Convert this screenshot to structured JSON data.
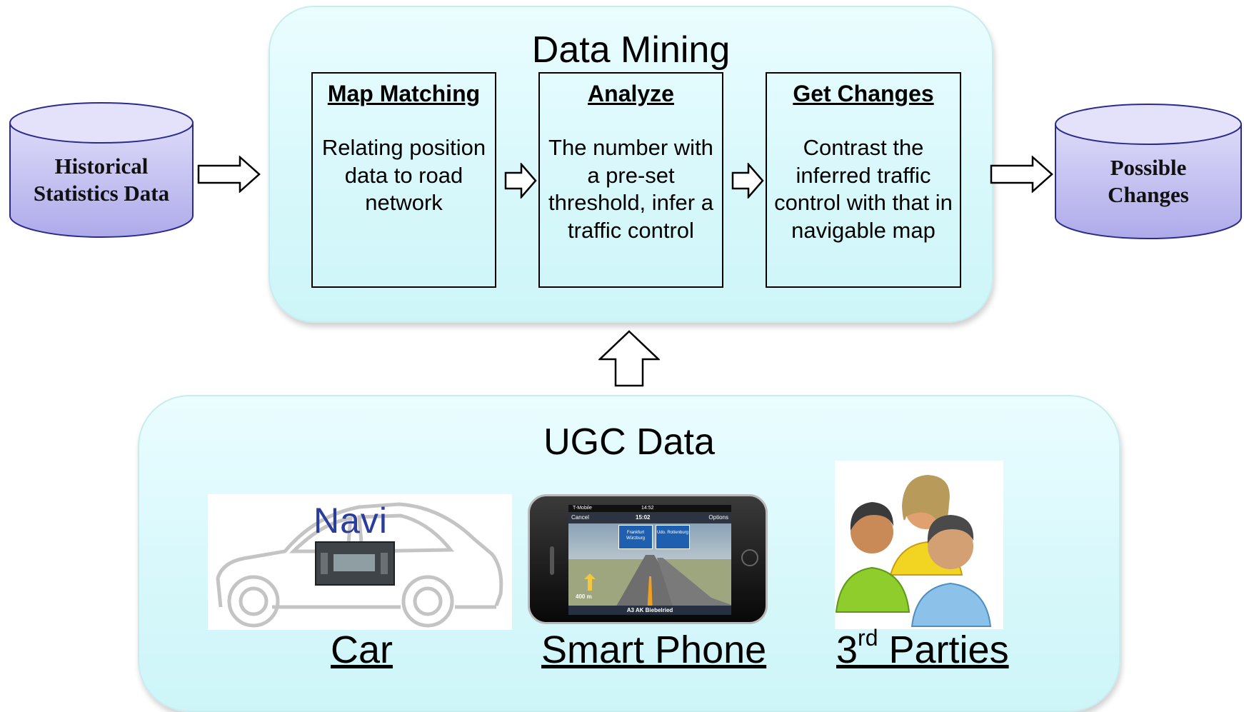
{
  "data_mining": {
    "title": "Data Mining",
    "steps": [
      {
        "title": "Map Matching",
        "text": "Relating position data to road network"
      },
      {
        "title": "Analyze",
        "text": "The number with a pre-set threshold, infer a traffic control"
      },
      {
        "title": "Get Changes",
        "text": "Contrast the inferred traffic control with that in navigable map"
      }
    ]
  },
  "input_store": {
    "line1": "Historical",
    "line2": "Statistics Data"
  },
  "output_store": {
    "line1": "Possible",
    "line2": "Changes"
  },
  "ugc": {
    "title": "UGC Data",
    "items": [
      {
        "label": "Car",
        "image_text": "Navi"
      },
      {
        "label": "Smart Phone",
        "screen": {
          "carrier": "T-Mobile",
          "clock": "14:52",
          "time": "15:02",
          "cancel": "Cancel",
          "options": "Options",
          "sign_left": "Frankfurt Würzburg",
          "sign_right": "Udo. Rottenburg",
          "distance": "400 m",
          "street": "A3 AK Biebelried"
        }
      },
      {
        "label_base": "3",
        "label_sup": "rd",
        "label_rest": " Parties"
      }
    ]
  },
  "colors": {
    "panel": "#d6f8fb",
    "cylinder_top": "#e2e1f9",
    "cylinder_body": "#b4b2ee",
    "cylinder_stroke": "#2b2b8f"
  }
}
